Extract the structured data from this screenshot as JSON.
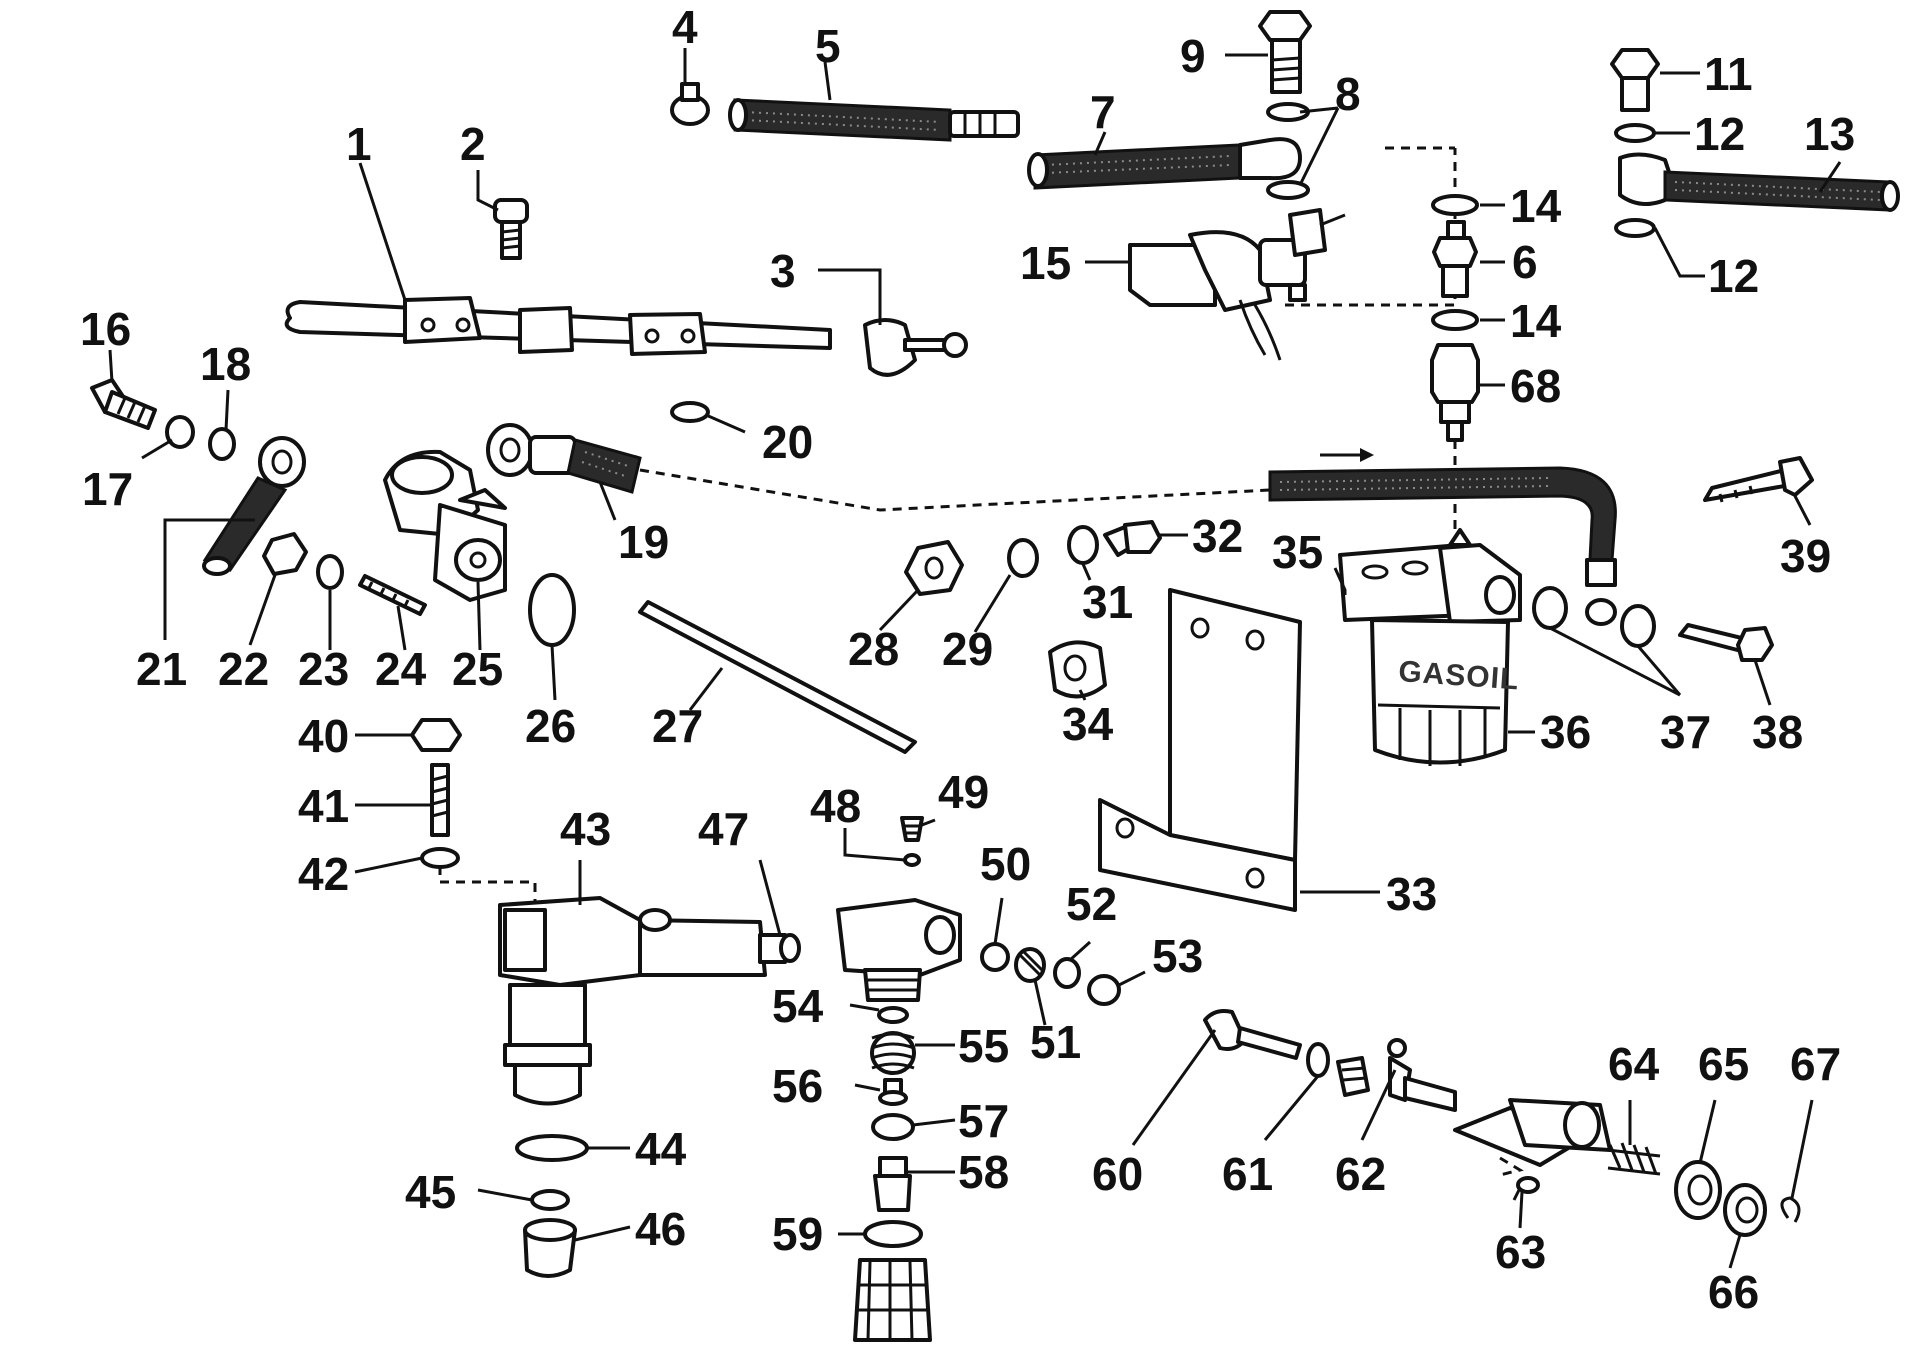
{
  "callouts": {
    "c1": "1",
    "c2": "2",
    "c3": "3",
    "c4": "4",
    "c5": "5",
    "c6": "6",
    "c7": "7",
    "c8": "8",
    "c9": "9",
    "c11": "11",
    "c12a": "12",
    "c12b": "12",
    "c13": "13",
    "c14a": "14",
    "c14b": "14",
    "c15": "15",
    "c16": "16",
    "c17": "17",
    "c18": "18",
    "c19": "19",
    "c20": "20",
    "c21": "21",
    "c22": "22",
    "c23": "23",
    "c24": "24",
    "c25": "25",
    "c26": "26",
    "c27": "27",
    "c28": "28",
    "c29": "29",
    "c31": "31",
    "c32": "32",
    "c33": "33",
    "c34": "34",
    "c35": "35",
    "c36": "36",
    "c37": "37",
    "c38": "38",
    "c39": "39",
    "c40": "40",
    "c41": "41",
    "c42": "42",
    "c43": "43",
    "c44": "44",
    "c45": "45",
    "c46": "46",
    "c47": "47",
    "c48": "48",
    "c49": "49",
    "c50": "50",
    "c51": "51",
    "c52": "52",
    "c53": "53",
    "c54": "54",
    "c55": "55",
    "c56": "56",
    "c57": "57",
    "c58": "58",
    "c59": "59",
    "c60": "60",
    "c61": "61",
    "c62": "62",
    "c63": "63",
    "c64": "64",
    "c65": "65",
    "c66": "66",
    "c67": "67",
    "c68": "68"
  },
  "filter_logo": "GASOIL"
}
